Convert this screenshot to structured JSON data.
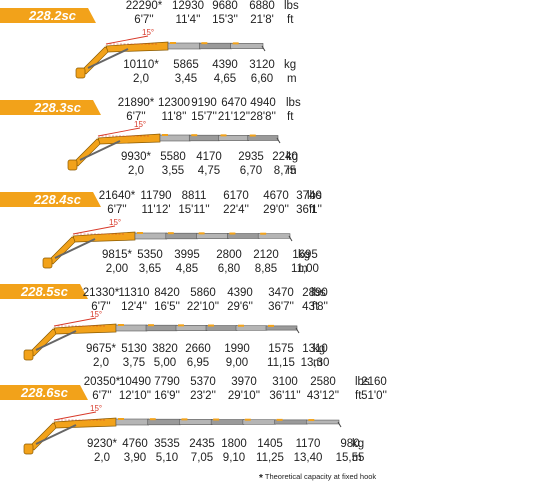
{
  "accent": "#f2a21a",
  "footnote": {
    "symbol": "*",
    "text": "Theoretical capacity at fixed hook"
  },
  "models": [
    {
      "name": "228.2sc",
      "angle": "15°",
      "top_weights": [
        "22290*",
        "12930",
        "9680",
        "6880"
      ],
      "top_unit": "lbs",
      "top_reach": [
        "6'7''",
        "11'4''",
        "15'3''",
        "21'8'"
      ],
      "top_reach_unit": "ft",
      "bottom_weights": [
        "10110*",
        "5865",
        "4390",
        "3120"
      ],
      "bottom_unit": "kg",
      "bottom_reach": [
        "2,0",
        "3,45",
        "4,65",
        "6,60"
      ],
      "bottom_reach_unit": "m"
    },
    {
      "name": "228.3sc",
      "angle": "15°",
      "top_weights": [
        "21890*",
        "12300",
        "9190",
        "6470",
        "4940"
      ],
      "top_unit": "lbs",
      "top_reach": [
        "6'7''",
        "11'8''",
        "15'7''",
        "21'12''",
        "28'8''"
      ],
      "top_reach_unit": "ft",
      "bottom_weights": [
        "9930*",
        "5580",
        "4170",
        "2935",
        "2240"
      ],
      "bottom_unit": "kg",
      "bottom_reach": [
        "2,0",
        "3,55",
        "4,75",
        "6,70",
        "8,75"
      ],
      "bottom_reach_unit": "m"
    },
    {
      "name": "228.4sc",
      "angle": "15°",
      "top_weights": [
        "21640*",
        "11790",
        "8811",
        "6170",
        "4670",
        "3740"
      ],
      "top_unit": "lbs",
      "top_reach": [
        "6'7''",
        "11'12'",
        "15'11''",
        "22'4''",
        "29'0''",
        "36'1''"
      ],
      "top_reach_unit": "ft",
      "bottom_weights": [
        "9815*",
        "5350",
        "3995",
        "2800",
        "2120",
        "1695"
      ],
      "bottom_unit": "kg",
      "bottom_reach": [
        "2,00",
        "3,65",
        "4,85",
        "6,80",
        "8,85",
        "11,00"
      ],
      "bottom_reach_unit": "m"
    },
    {
      "name": "228.5sc",
      "angle": "15°",
      "top_weights": [
        "21330*",
        "11310",
        "8420",
        "5860",
        "4390",
        "3470",
        "2890"
      ],
      "top_unit": "lbs",
      "top_reach": [
        "6'7''",
        "12'4''",
        "16'5''",
        "22'10''",
        "29'6''",
        "36'7''",
        "43'8''"
      ],
      "top_reach_unit": "ft",
      "bottom_weights": [
        "9675*",
        "5130",
        "3820",
        "2660",
        "1990",
        "1575",
        "1310"
      ],
      "bottom_unit": "kg",
      "bottom_reach": [
        "2,0",
        "3,75",
        "5,00",
        "6,95",
        "9,00",
        "11,15",
        "13,30"
      ],
      "bottom_reach_unit": "m"
    },
    {
      "name": "228.6sc",
      "angle": "15°",
      "top_weights": [
        "20350*",
        "10490",
        "7790",
        "5370",
        "3970",
        "3100",
        "2580",
        "2160"
      ],
      "top_unit": "lbs",
      "top_reach": [
        "6'7''",
        "12'10''",
        "16'9''",
        "23'2''",
        "29'10''",
        "36'11''",
        "43'12''",
        "51'0''"
      ],
      "top_reach_unit": "ft",
      "bottom_weights": [
        "9230*",
        "4760",
        "3535",
        "2435",
        "1800",
        "1405",
        "1170",
        "980"
      ],
      "bottom_unit": "kg",
      "bottom_reach": [
        "2,0",
        "3,90",
        "5,10",
        "7,05",
        "9,10",
        "11,25",
        "13,40",
        "15,55"
      ],
      "bottom_reach_unit": "m"
    }
  ]
}
